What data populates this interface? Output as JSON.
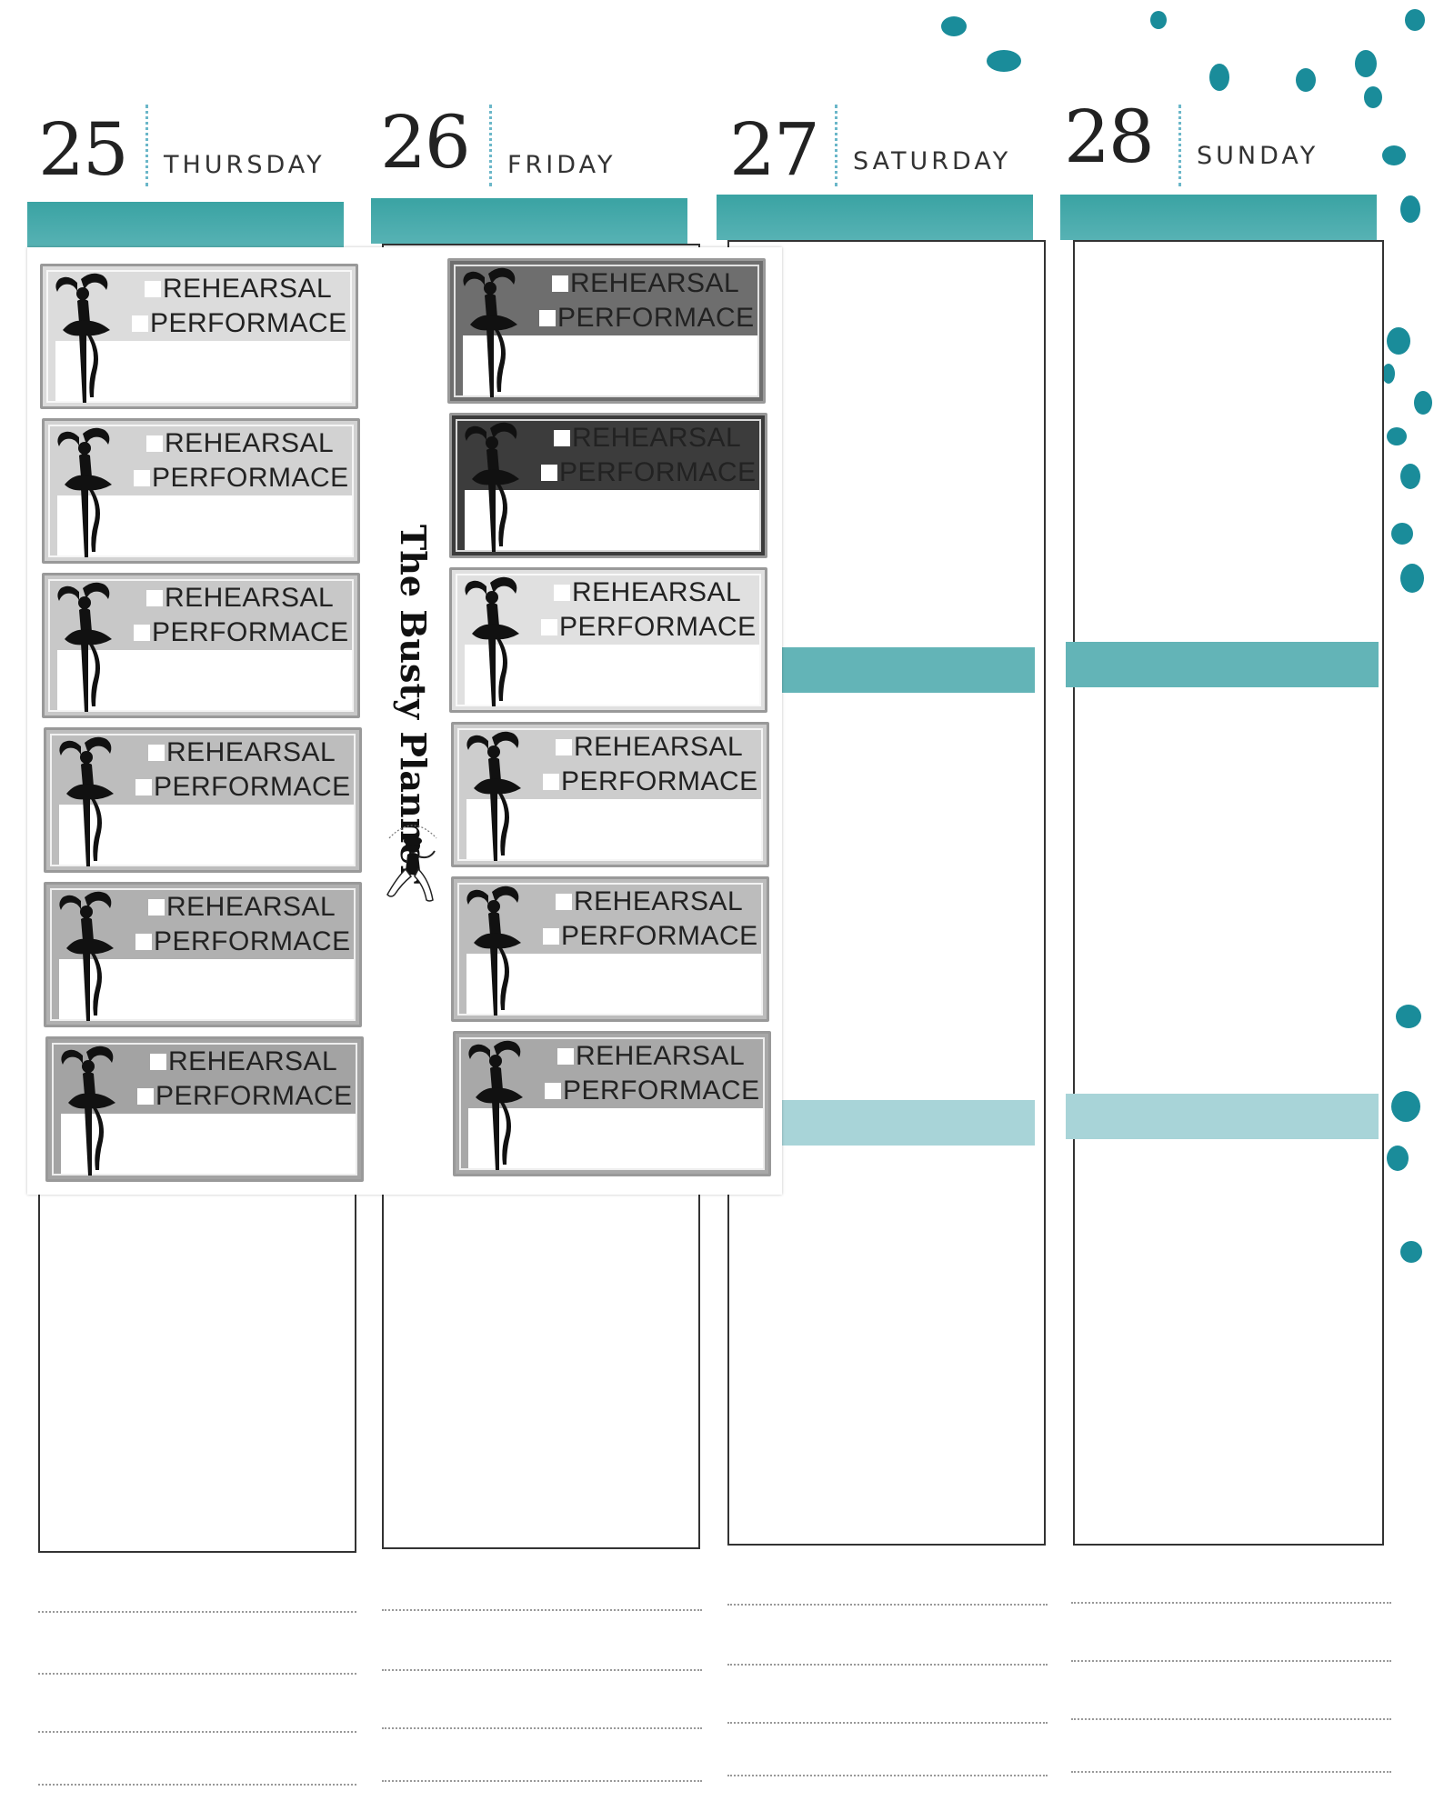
{
  "days": [
    {
      "number": "25",
      "name": "THURSDAY"
    },
    {
      "number": "26",
      "name": "FRIDAY"
    },
    {
      "number": "27",
      "name": "SATURDAY"
    },
    {
      "number": "28",
      "name": "SUNDAY"
    }
  ],
  "sticker_sheet": {
    "brand": "The Busty Planner",
    "stickers": [
      {
        "line1": "REHEARSAL",
        "line2": "PERFORMACE",
        "shade": "#dcdcdc"
      },
      {
        "line1": "REHEARSAL",
        "line2": "PERFORMACE",
        "shade": "#d2d2d2"
      },
      {
        "line1": "REHEARSAL",
        "line2": "PERFORMACE",
        "shade": "#c8c8c8"
      },
      {
        "line1": "REHEARSAL",
        "line2": "PERFORMACE",
        "shade": "#bdbdbd"
      },
      {
        "line1": "REHEARSAL",
        "line2": "PERFORMACE",
        "shade": "#b0b0b0"
      },
      {
        "line1": "REHEARSAL",
        "line2": "PERFORMACE",
        "shade": "#a3a3a3"
      },
      {
        "line1": "REHEARSAL",
        "line2": "PERFORMACE",
        "shade": "#6e6e6e"
      },
      {
        "line1": "REHEARSAL",
        "line2": "PERFORMACE",
        "shade": "#3c3c3c"
      },
      {
        "line1": "REHEARSAL",
        "line2": "PERFORMACE",
        "shade": "#e0e0e0"
      },
      {
        "line1": "REHEARSAL",
        "line2": "PERFORMACE",
        "shade": "#cdcdcd"
      },
      {
        "line1": "REHEARSAL",
        "line2": "PERFORMACE",
        "shade": "#bcbcbc"
      },
      {
        "line1": "REHEARSAL",
        "line2": "PERFORMACE",
        "shade": "#a8a8a8"
      }
    ]
  },
  "colors": {
    "accent_teal": "#3aa3a3",
    "ink_blot": "#1a8c9a"
  },
  "icons": [
    "ballerina-icon",
    "checkbox-icon",
    "pinup-logo-icon"
  ]
}
